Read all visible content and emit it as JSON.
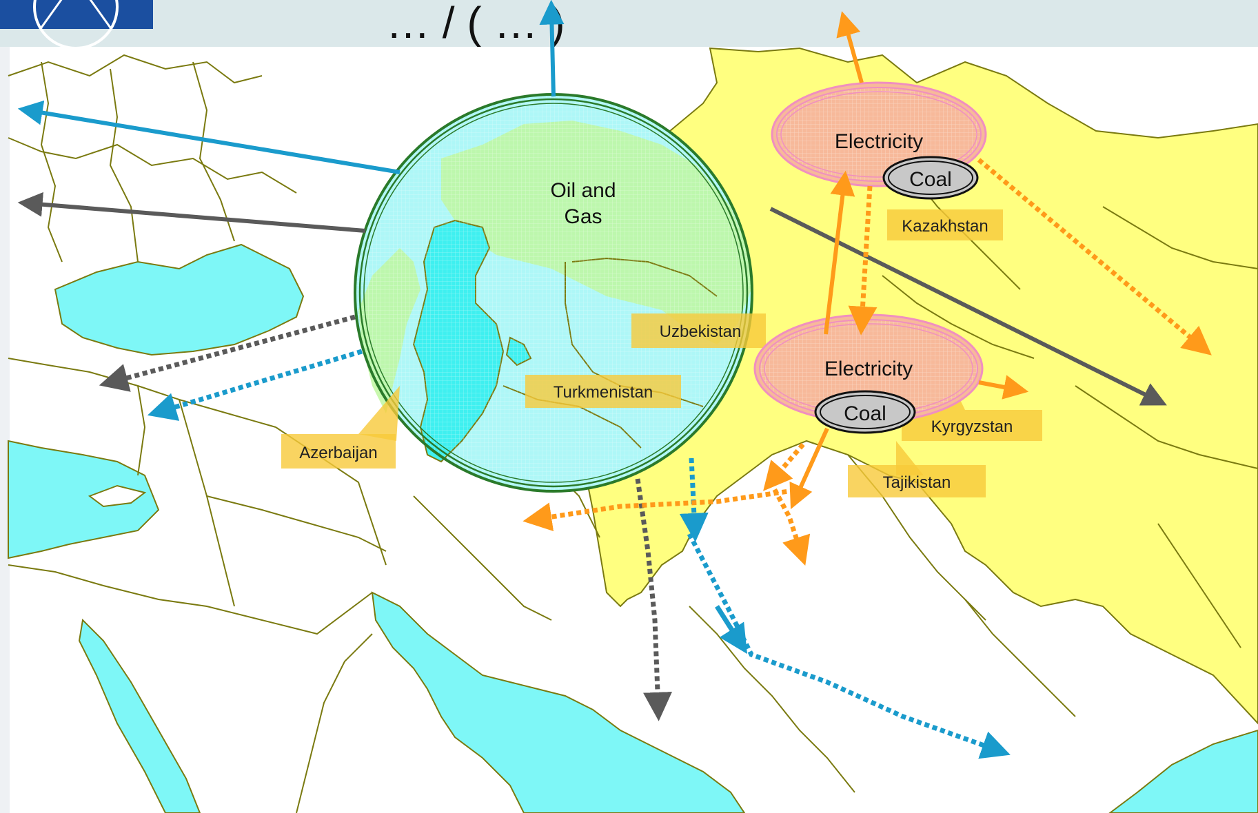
{
  "header": {
    "title_fragment": "…  /  (  …  )",
    "logo_icon": "globe-logo-icon"
  },
  "hubs": {
    "oil_gas": {
      "line1": "Oil and",
      "line2": "Gas"
    },
    "electricity_north": {
      "label": "Electricity",
      "coal": "Coal"
    },
    "electricity_south": {
      "label": "Electricity",
      "coal": "Coal"
    }
  },
  "countries": {
    "kazakhstan": "Kazakhstan",
    "uzbekistan": "Uzbekistan",
    "turkmenistan": "Turkmenistan",
    "azerbaijan": "Azerbaijan",
    "kyrgyzstan": "Kyrgyzstan",
    "tajikistan": "Tajikistan"
  },
  "colors": {
    "oil_gas_blue": "#1a9bcc",
    "grey_flow": "#5a5a5a",
    "electricity_orange": "#ff9a1a",
    "sea": "#7ef7f7",
    "highlight_yellow": "#ffff80",
    "border": "#7a7a10",
    "label_box": "#f7c93a",
    "hub_green": "#2a7a2a",
    "electricity_fill": "#f7b99a",
    "hub_outline_pink": "#f08fc0",
    "coal_fill": "#c8c8c8"
  }
}
